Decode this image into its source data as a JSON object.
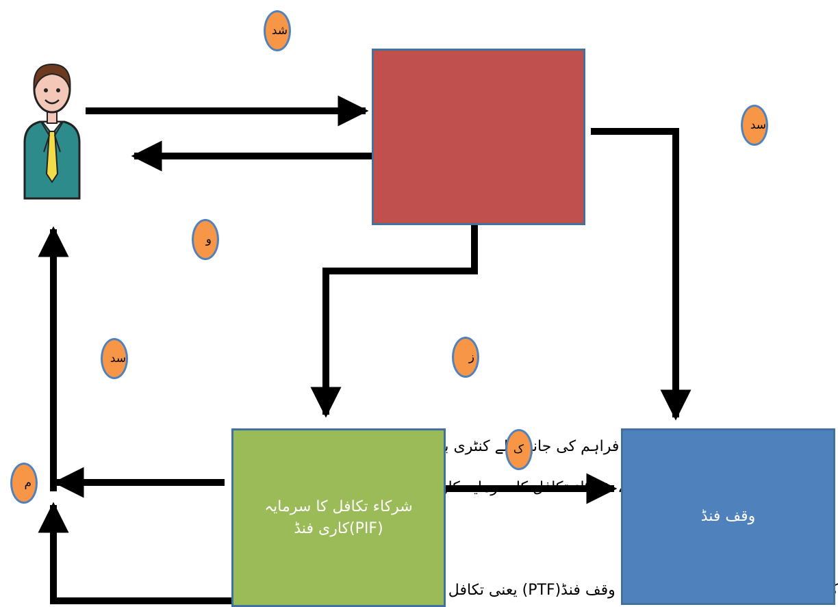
{
  "paragraph": {
    "line1": "تکافل کے ذریعے شرکاء تکافل کو فراہم کی جانے والے  کنٹری بیوشن",
    "line2": "کو دو فنڈز میں تقسیم کیا جاتا ہے، شرکاء تکافل کا سرمایہ کاری فنڈ(PIF) یعنی شرکاء تکافل",
    "line3": "کا سرمایہ کاری اکائونٹ اور دوسرا وقف فنڈ(PTF) یعنی تکافل فنڈ"
  },
  "boxes": {
    "operator": "",
    "pif": "شرکاء تکافل کا سرمایہ\n(PIF)کاری فنڈ",
    "waqf": "وقف فنڈ"
  },
  "step_labels": {
    "top": "شد",
    "right": "سد",
    "mid_left": "و",
    "lower_left": "سد",
    "center": "ز",
    "pif_to_waqf": "ک",
    "bottom_left": "م"
  },
  "colors": {
    "operator_box": "#c0504d",
    "pif_box": "#9bbb59",
    "waqf_box": "#4f81bd",
    "labels": "#f79646",
    "arrows": "#000000"
  },
  "icons": {
    "participant": "person-icon"
  }
}
